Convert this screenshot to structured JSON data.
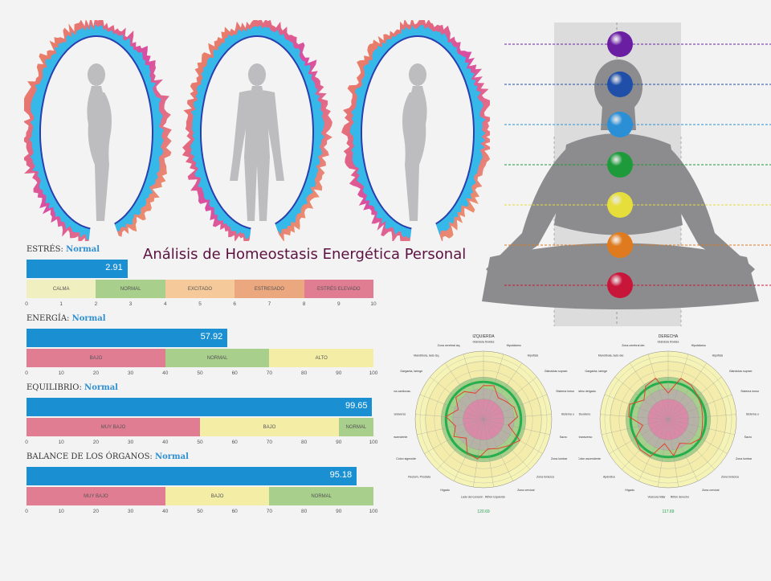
{
  "page": {
    "title": "Análisis de Homeostasis Energética Personal"
  },
  "gauges": [
    {
      "label": "ESTRÉS:",
      "status": "Normal",
      "value": 2.91,
      "value_text": "2.91",
      "min": 0,
      "max": 10,
      "ticks": [
        "0",
        "1",
        "2",
        "3",
        "4",
        "5",
        "6",
        "7",
        "8",
        "9",
        "10"
      ],
      "zones": [
        {
          "label": "CALMA",
          "from": 0,
          "to": 2,
          "color": "#f0efbf"
        },
        {
          "label": "NORMAL",
          "from": 2,
          "to": 4,
          "color": "#a8cf8b"
        },
        {
          "label": "EXCITADO",
          "from": 4,
          "to": 6,
          "color": "#f5c99a"
        },
        {
          "label": "ESTRESADO",
          "from": 6,
          "to": 8,
          "color": "#eba77e"
        },
        {
          "label": "ESTRÉS ELEVADO",
          "from": 8,
          "to": 10,
          "color": "#e07d93"
        }
      ]
    },
    {
      "label": "ENERGÍA:",
      "status": "Normal",
      "value": 57.92,
      "value_text": "57.92",
      "min": 0,
      "max": 100,
      "ticks": [
        "0",
        "10",
        "20",
        "30",
        "40",
        "50",
        "60",
        "70",
        "80",
        "90",
        "100"
      ],
      "zones": [
        {
          "label": "BAJO",
          "from": 0,
          "to": 40,
          "color": "#e07d93"
        },
        {
          "label": "NORMAL",
          "from": 40,
          "to": 70,
          "color": "#a8cf8b"
        },
        {
          "label": "ALTO",
          "from": 70,
          "to": 100,
          "color": "#f3eda6"
        }
      ]
    },
    {
      "label": "EQUILIBRIO:",
      "status": "Normal",
      "value": 99.65,
      "value_text": "99.65",
      "min": 0,
      "max": 100,
      "ticks": [
        "0",
        "10",
        "20",
        "30",
        "40",
        "50",
        "60",
        "70",
        "80",
        "90",
        "100"
      ],
      "zones": [
        {
          "label": "MUY BAJO",
          "from": 0,
          "to": 50,
          "color": "#e07d93"
        },
        {
          "label": "BAJO",
          "from": 50,
          "to": 90,
          "color": "#f3eda6"
        },
        {
          "label": "NORMAL",
          "from": 90,
          "to": 100,
          "color": "#a8cf8b"
        }
      ]
    },
    {
      "label": "BALANCE DE LOS ÓRGANOS:",
      "status": "Normal",
      "value": 95.18,
      "value_text": "95.18",
      "min": 0,
      "max": 100,
      "ticks": [
        "0",
        "10",
        "20",
        "30",
        "40",
        "50",
        "60",
        "70",
        "80",
        "90",
        "100"
      ],
      "zones": [
        {
          "label": "MUY BAJO",
          "from": 0,
          "to": 40,
          "color": "#e07d93"
        },
        {
          "label": "BAJO",
          "from": 40,
          "to": 70,
          "color": "#f3eda6"
        },
        {
          "label": "NORMAL",
          "from": 70,
          "to": 100,
          "color": "#a8cf8b"
        }
      ]
    }
  ],
  "chakras": {
    "colors": [
      "#6a1fa3",
      "#1f4fa8",
      "#2b8fd6",
      "#1f9a3a",
      "#e6de3a",
      "#e07a1f",
      "#c8163a"
    ]
  },
  "chart_data": [
    {
      "type": "bar",
      "title": "ESTRÉS: Normal",
      "values": [
        2.91
      ],
      "xlim": [
        0,
        10
      ]
    },
    {
      "type": "bar",
      "title": "ENERGÍA: Normal",
      "values": [
        57.92
      ],
      "xlim": [
        0,
        100
      ]
    },
    {
      "type": "bar",
      "title": "EQUILIBRIO: Normal",
      "values": [
        99.65
      ],
      "xlim": [
        0,
        100
      ]
    },
    {
      "type": "bar",
      "title": "BALANCE DE LOS ÓRGANOS: Normal",
      "values": [
        95.18
      ],
      "xlim": [
        0,
        100
      ]
    },
    {
      "type": "radar",
      "title": "IZQUIERDA",
      "footer": "120.69",
      "categories": [
        "Glándula tiroides",
        "Hipotálamo",
        "Hipófisis",
        "Glándulas suprarr.",
        "Sistema inmune",
        "Sistema urogenital",
        "Sacro",
        "Zona lumbar",
        "Zona torácica",
        "Zona cervical",
        "Riñón izquierdo",
        "Lado del corazón",
        "Hígado",
        "Rectum, Prostata",
        "Colon sigmoide",
        "Colon descendente",
        "Colon transverso",
        "Sistema cardiovas.",
        "Garganta, laringe",
        "Mandíbula, lado izq.",
        "Zona cerebral izq."
      ]
    },
    {
      "type": "radar",
      "title": "DERECHA",
      "footer": "117.69",
      "categories": [
        "Glándula tiroides",
        "Hipotálamo",
        "Hipófisis",
        "Glándulas suprarr.",
        "Sistema inmune",
        "Sistema urogenital",
        "Sacro",
        "Zona lumbar",
        "Zona torácica",
        "Zona cervical",
        "Riñón derecho",
        "Vesícula biliar",
        "Hígado",
        "Apéndice",
        "Colon ascendente",
        "Colon transverso",
        "Duodeno",
        "Intestino delgado",
        "Garganta, laringe",
        "Mandíbula, lado der.",
        "Zona cerebral der."
      ]
    }
  ]
}
